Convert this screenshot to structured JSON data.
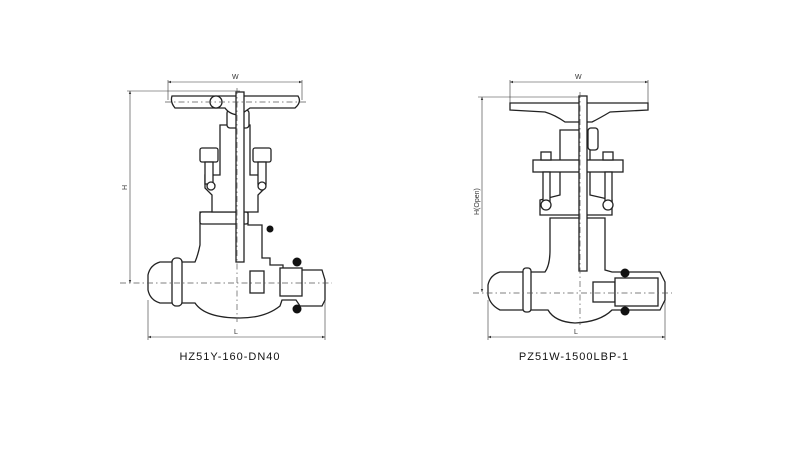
{
  "drawings": [
    {
      "model": "HZ51Y-160-DN40",
      "dim_width": "W",
      "dim_height": "H",
      "dim_length": "L"
    },
    {
      "model": "PZ51W-1500LBP-1",
      "dim_width": "W",
      "dim_height": "H(Open)",
      "dim_length": "L"
    }
  ],
  "colors": {
    "line": "#222222",
    "background": "#ffffff"
  }
}
